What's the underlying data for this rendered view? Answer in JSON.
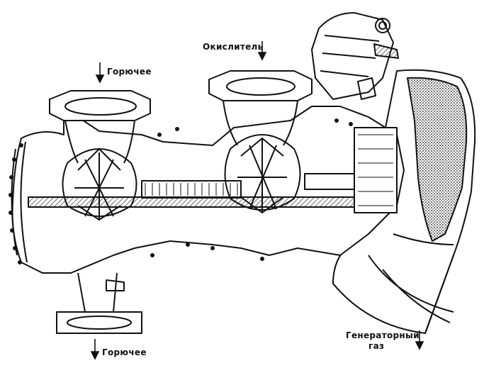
{
  "labels": {
    "fuel_top": "Горючее",
    "oxidizer": "Окислитель",
    "fuel_bottom": "Горючее",
    "gas_line1": "Генераторный",
    "gas_line2": "газ"
  },
  "colors": {
    "ink": "#111111",
    "paper": "#ffffff"
  }
}
